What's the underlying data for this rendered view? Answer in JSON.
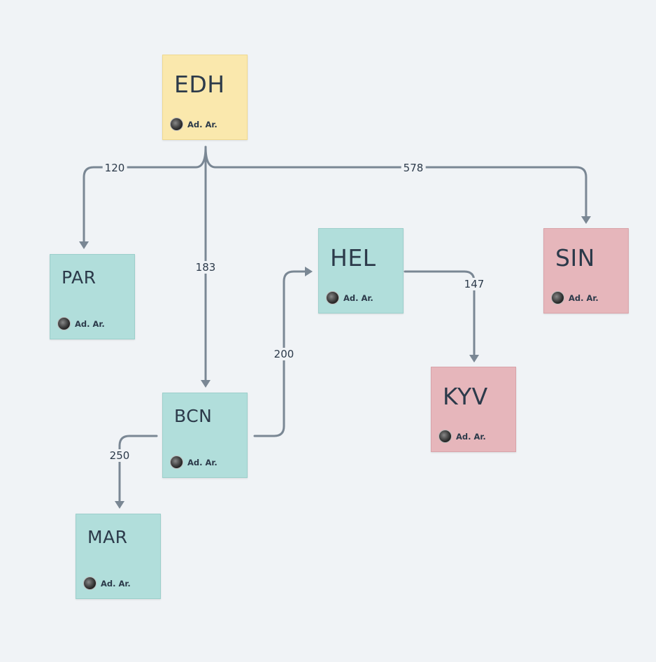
{
  "nodes": [
    {
      "id": "EDH",
      "label": "EDH",
      "author": "Ad. Ar.",
      "color": "yellow"
    },
    {
      "id": "PAR",
      "label": "PAR",
      "author": "Ad. Ar.",
      "color": "teal"
    },
    {
      "id": "BCN",
      "label": "BCN",
      "author": "Ad. Ar.",
      "color": "teal"
    },
    {
      "id": "MAR",
      "label": "MAR",
      "author": "Ad. Ar.",
      "color": "teal"
    },
    {
      "id": "HEL",
      "label": "HEL",
      "author": "Ad. Ar.",
      "color": "teal"
    },
    {
      "id": "KYV",
      "label": "KYV",
      "author": "Ad. Ar.",
      "color": "pink"
    },
    {
      "id": "SIN",
      "label": "SIN",
      "author": "Ad. Ar.",
      "color": "pink"
    }
  ],
  "edges": [
    {
      "from": "EDH",
      "to": "PAR",
      "label": "120"
    },
    {
      "from": "EDH",
      "to": "BCN",
      "label": "183"
    },
    {
      "from": "EDH",
      "to": "SIN",
      "label": "578"
    },
    {
      "from": "BCN",
      "to": "HEL",
      "label": "200"
    },
    {
      "from": "BCN",
      "to": "MAR",
      "label": "250"
    },
    {
      "from": "HEL",
      "to": "KYV",
      "label": "147"
    }
  ],
  "colors": {
    "background": "#f0f3f6",
    "yellow": "#fae8ad",
    "teal": "#b1dedb",
    "pink": "#e6b6bb",
    "edge": "#7a8794",
    "text": "#2c3a4a"
  }
}
